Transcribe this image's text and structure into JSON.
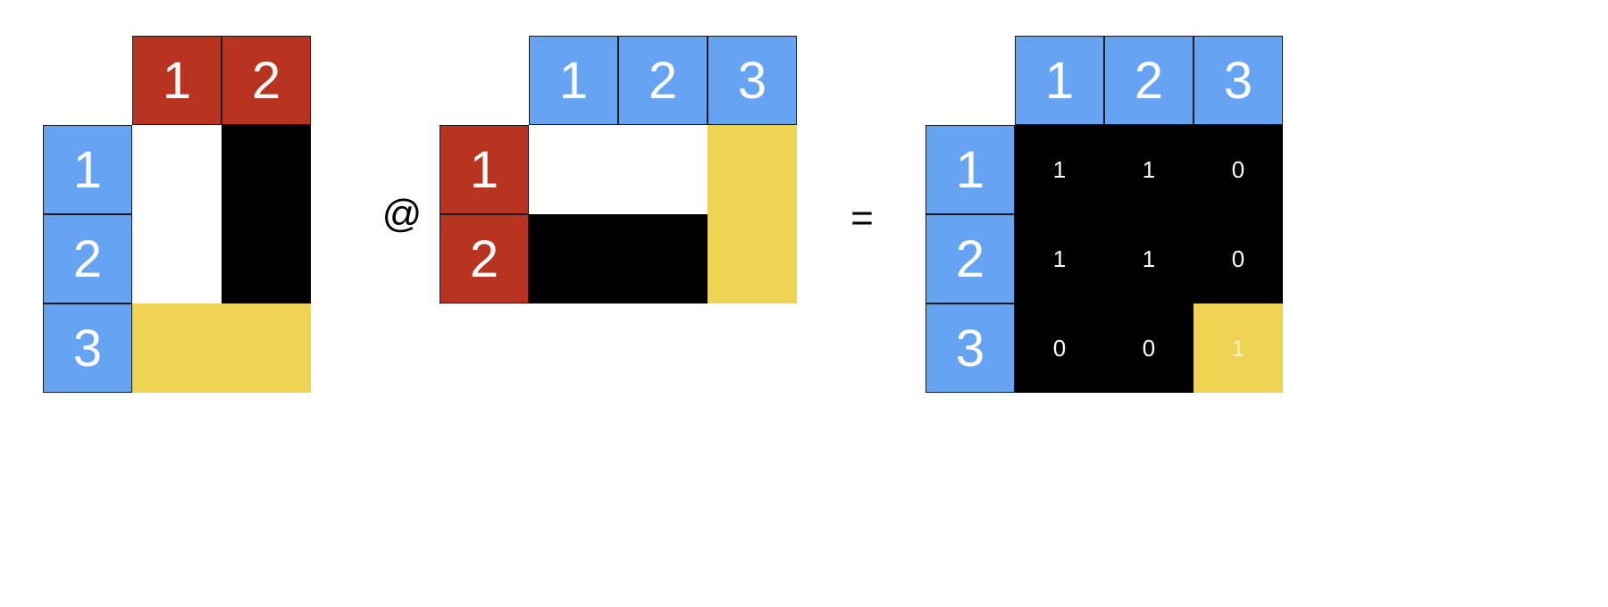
{
  "colors": {
    "blue": "#66a3f2",
    "red": "#b93420",
    "yellow": "#f0d252",
    "black": "#000000",
    "white": "#ffffff"
  },
  "operators": {
    "matmul": "@",
    "equals": "="
  },
  "matrix_a": {
    "col_labels": [
      "1",
      "2"
    ],
    "row_labels": [
      "1",
      "2",
      "3"
    ],
    "cells": [
      [
        "white",
        "black"
      ],
      [
        "white",
        "black"
      ],
      [
        "yellow",
        "yellow"
      ]
    ]
  },
  "matrix_b": {
    "col_labels": [
      "1",
      "2",
      "3"
    ],
    "row_labels": [
      "1",
      "2"
    ],
    "cells": [
      [
        "white",
        "white",
        "yellow"
      ],
      [
        "black",
        "black",
        "yellow"
      ]
    ]
  },
  "matrix_result": {
    "col_labels": [
      "1",
      "2",
      "3"
    ],
    "row_labels": [
      "1",
      "2",
      "3"
    ],
    "values": [
      [
        "1",
        "1",
        "0"
      ],
      [
        "1",
        "1",
        "0"
      ],
      [
        "0",
        "0",
        "1"
      ]
    ],
    "cells": [
      [
        "black",
        "black",
        "black"
      ],
      [
        "black",
        "black",
        "black"
      ],
      [
        "black",
        "black",
        "yellow"
      ]
    ]
  }
}
